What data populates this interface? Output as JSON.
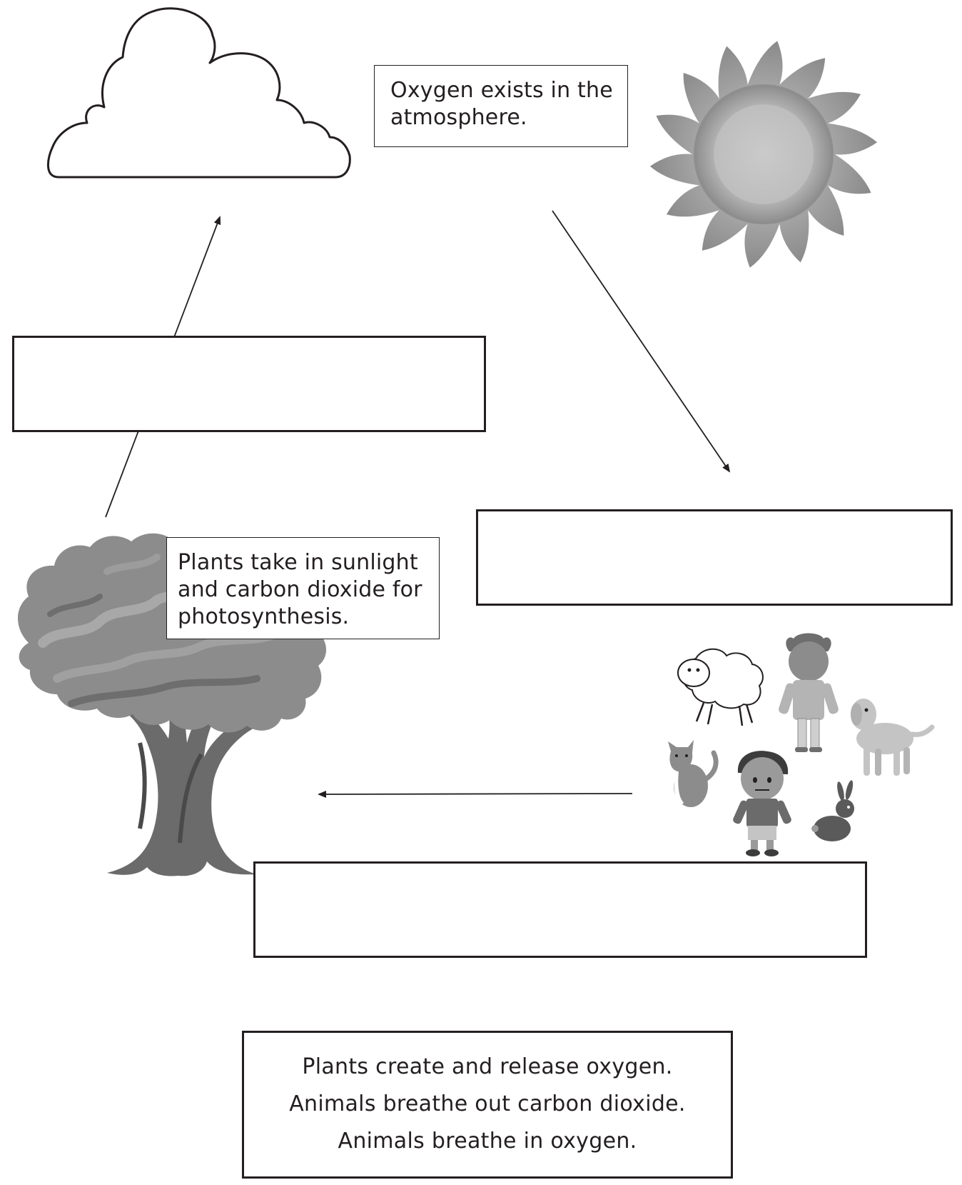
{
  "labels": {
    "oxygen_atmosphere": "Oxygen exists in the\natmosphere.",
    "plants_photosynthesis": "Plants take in sunlight\nand carbon dioxide for\nphotosynthesis."
  },
  "answer_blanks": [
    {
      "id": "blank-left",
      "text": ""
    },
    {
      "id": "blank-right",
      "text": ""
    },
    {
      "id": "blank-bottom",
      "text": ""
    }
  ],
  "word_bank": [
    "Plants create and release oxygen.",
    "Animals breathe out carbon dioxide.",
    "Animals breathe in oxygen."
  ],
  "icons": [
    "cloud-icon",
    "sun-icon",
    "tree-icon",
    "sheep-icon",
    "girl-icon",
    "dog-icon",
    "cat-icon",
    "boy-icon",
    "rabbit-icon"
  ],
  "colors": {
    "ink": "#231f20",
    "sun_gray": "#9a9a9a",
    "foliage_gray": "#8c8c8c",
    "trunk_gray": "#6b6b6b"
  }
}
